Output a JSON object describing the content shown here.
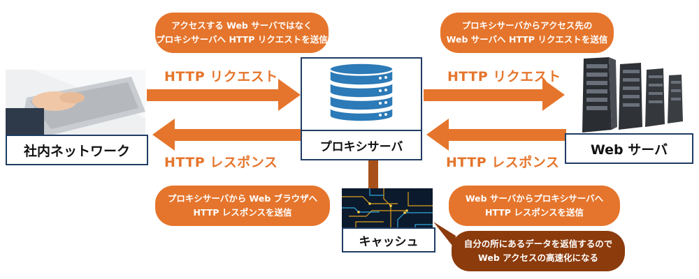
{
  "nodes": {
    "internal_network": "社内ネットワーク",
    "proxy_server": "プロキシサーバ",
    "web_server": "Web サーバ",
    "cache": "キャッシュ"
  },
  "arrows": {
    "left_request": "HTTP リクエスト",
    "left_response": "HTTP レスポンス",
    "right_request": "HTTP リクエスト",
    "right_response": "HTTP レスポンス"
  },
  "bubbles": {
    "top_left": [
      "アクセスする Web サーバではなく",
      "プロキシサーバへ HTTP リクエストを送信"
    ],
    "top_right": [
      "プロキシサーバからアクセス先の",
      "Web サーバへ HTTP リクエストを送信"
    ],
    "bottom_left": [
      "プロキシサーバから Web ブラウザへ",
      "HTTP レスポンスを送信"
    ],
    "bottom_right": [
      "Web サーバからプロキシサーバへ",
      "HTTP レスポンスを送信"
    ],
    "cache_note": [
      "自分の所にあるデータを返信するので",
      "Web アクセスの高速化になる"
    ]
  },
  "colors": {
    "arrow": "#e5752c",
    "bubble": "#e5752c",
    "bubble_dark": "#8c3b0c",
    "box_border": "#1f3c64",
    "db_blue": "#2c7ab7"
  },
  "icons": {
    "laptop": "laptop-photo-icon",
    "database": "database-server-icon",
    "server_rack": "server-rack-icon",
    "circuit": "circuit-board-icon"
  }
}
